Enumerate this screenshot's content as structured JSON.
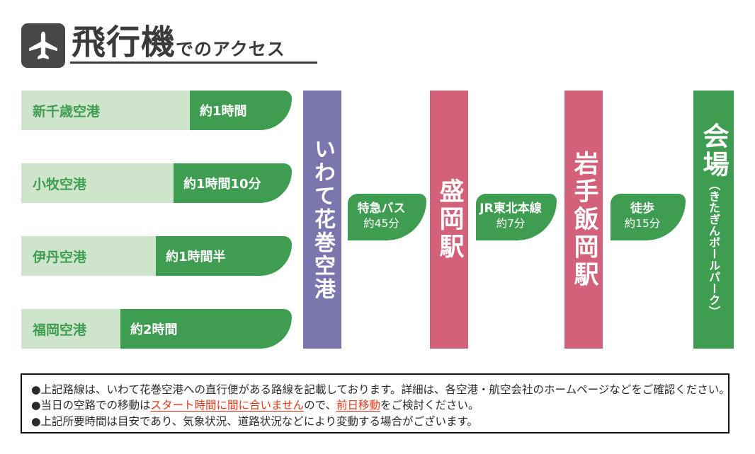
{
  "header": {
    "title_main": "飛行機",
    "title_sub": "でのアクセス",
    "icon": "airplane-icon"
  },
  "flights": [
    {
      "airport": "新千歳空港",
      "duration": "約1時間"
    },
    {
      "airport": "小牧空港",
      "duration": "約1時間10分"
    },
    {
      "airport": "伊丹空港",
      "duration": "約1時間半"
    },
    {
      "airport": "福岡空港",
      "duration": "約2時間"
    }
  ],
  "hub": {
    "name": "いわて花巻空港"
  },
  "legs": [
    {
      "mode": "特急バス",
      "duration": "約45分"
    },
    {
      "mode": "JR東北本線",
      "duration": "約7分"
    },
    {
      "mode": "徒歩",
      "duration": "約15分"
    }
  ],
  "stations": [
    {
      "name": "盛岡駅"
    },
    {
      "name": "岩手飯岡駅"
    }
  ],
  "venue": {
    "name_main": "会場",
    "name_sub": "（きたぎんボールパーク）"
  },
  "notes": {
    "line1": "●上記路線は、いわて花巻空港への直行便がある路線を記載しております。詳細は、各空港・航空会社のホームページなどをご確認ください。",
    "line2_pre": "●当日の空路での移動は",
    "line2_warn1": "スタート時間に間に合いません",
    "line2_mid": "ので、",
    "line2_warn2": "前日移動",
    "line2_post": "をご検討ください。",
    "line3": "●上記所要時間は目安であり、気象状況、道路状況などにより変動する場合がございます。"
  },
  "colors": {
    "light_green": "#cee5cb",
    "green": "#3f9d51",
    "purple": "#7b76ae",
    "pink": "#d4617a",
    "warning_red": "#e73517",
    "dark_gray": "#474747"
  }
}
